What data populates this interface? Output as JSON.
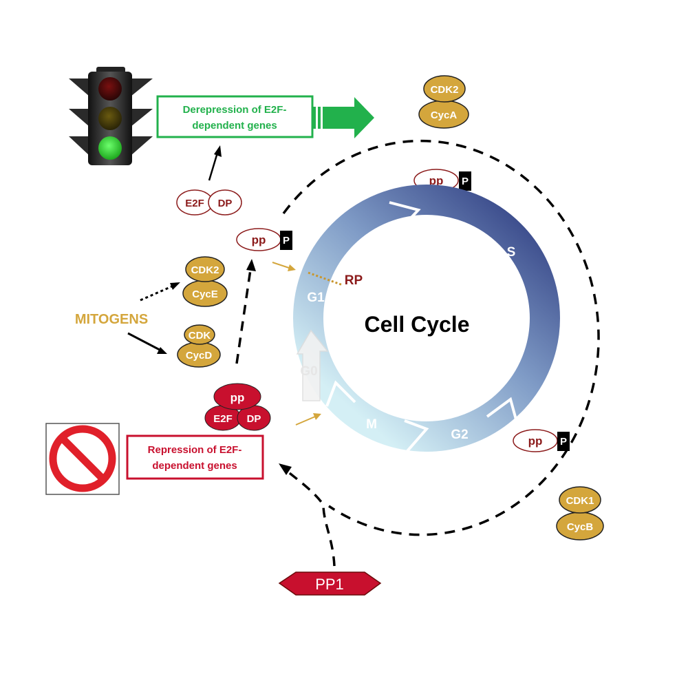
{
  "title": "Cell Cycle",
  "phases": {
    "g1": "G1",
    "s": "S",
    "g2": "G2",
    "m": "M",
    "g0": "G0"
  },
  "restriction_point": "RP",
  "mitogens": "MITOGENS",
  "derepression": {
    "line1": "Derepression of E2F-",
    "line2": "dependent genes"
  },
  "repression": {
    "line1": "Repression of E2F-",
    "line2": "dependent genes"
  },
  "proteins": {
    "cdk2": "CDK2",
    "cyca": "CycA",
    "cyce": "CycE",
    "cdk": "CDK",
    "cycd": "CycD",
    "cdk1": "CDK1",
    "cycb": "CycB",
    "e2f": "E2F",
    "dp": "DP",
    "pp": "pp",
    "p": "P",
    "pp1": "PP1"
  },
  "colors": {
    "gold": "#d4a63c",
    "green": "#22b14c",
    "darkred": "#8b1a1a",
    "red": "#c8102e",
    "ring_dark": "#4a5b96",
    "ring_light": "#c9e9f2"
  },
  "icons": [
    "traffic-light-icon",
    "no-entry-icon"
  ]
}
